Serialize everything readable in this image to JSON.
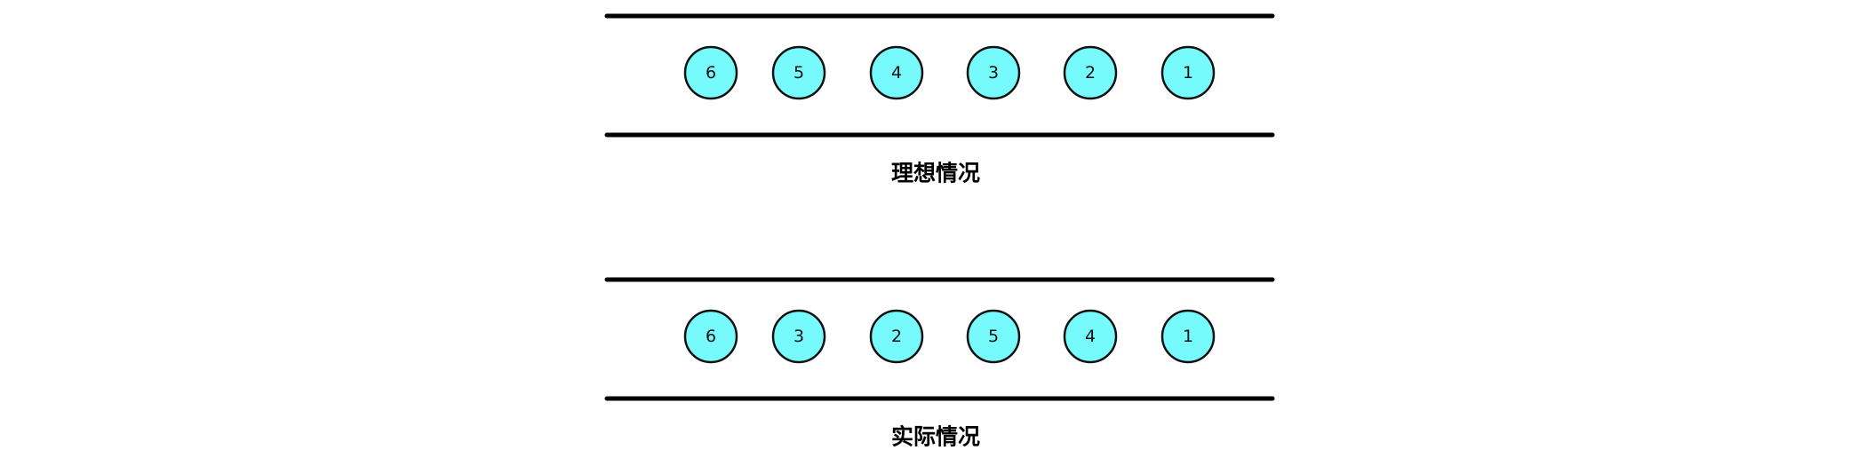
{
  "colors": {
    "packet_fill": "#76fafc",
    "packet_stroke": "#111111",
    "line": "#000000"
  },
  "diagrams": [
    {
      "caption": "理想情况",
      "sequence": [
        "6",
        "5",
        "4",
        "3",
        "2",
        "1"
      ]
    },
    {
      "caption": "实际情况",
      "sequence": [
        "6",
        "3",
        "2",
        "5",
        "4",
        "1"
      ]
    }
  ]
}
